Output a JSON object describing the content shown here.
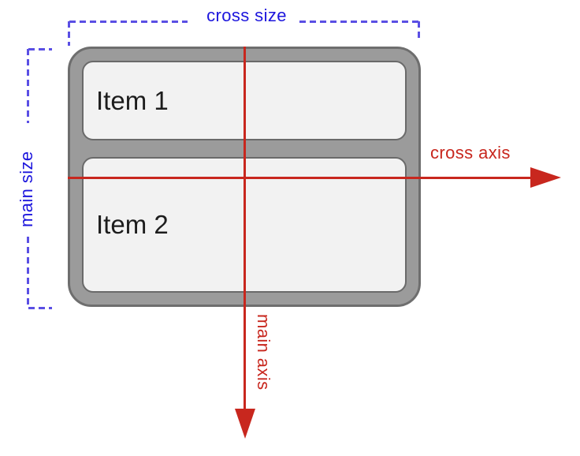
{
  "diagram": {
    "labels": {
      "cross_size": "cross size",
      "main_size": "main size",
      "cross_axis": "cross axis",
      "main_axis": "main axis"
    },
    "container": {
      "items": [
        {
          "label": "Item 1"
        },
        {
          "label": "Item 2"
        }
      ]
    },
    "colors": {
      "blue_text": "#1c15dd",
      "blue_dash": "#5a4fe4",
      "red": "#c8271e",
      "container_fill": "#9b9b9b",
      "container_border": "#6e6e6e",
      "item_fill": "#f2f2f2",
      "item_border": "#6a6a6a",
      "item_text": "#1d1d1d"
    }
  }
}
